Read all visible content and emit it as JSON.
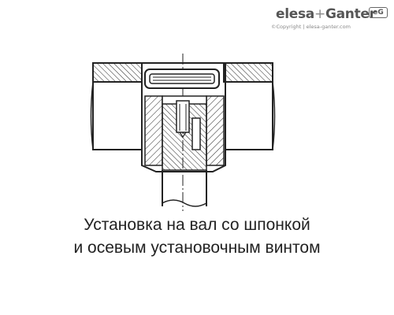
{
  "logo": {
    "brand_left": "elesa",
    "brand_plus": "+",
    "brand_right": "Ganter",
    "badge": "eG",
    "copyright": "©Copyright | elesa-ganter.com"
  },
  "caption": {
    "line1": "Установка на вал со шпонкой",
    "line2": "и осевым установочным винтом"
  }
}
